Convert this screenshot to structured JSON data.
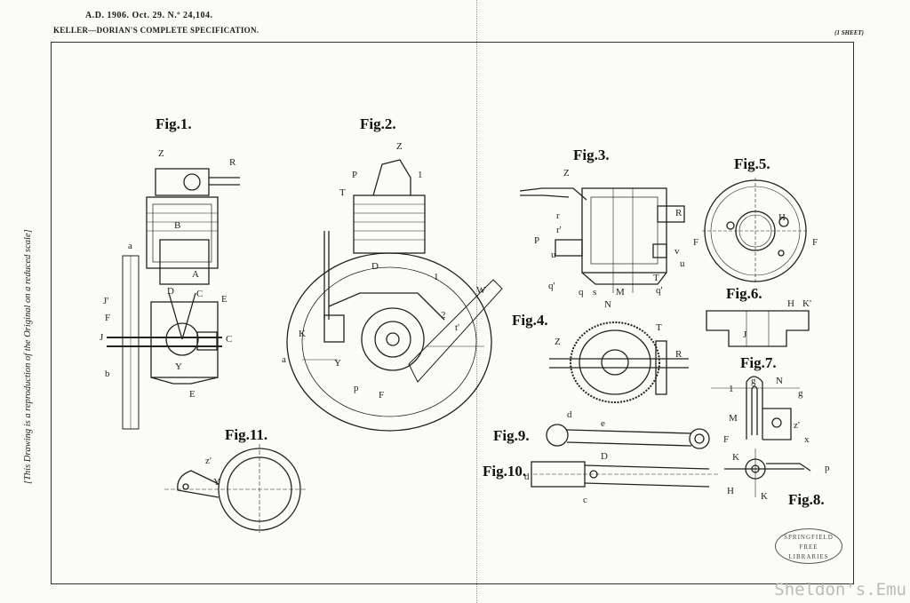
{
  "header": {
    "line1": "A.D. 1906. Oct. 29. N.º 24,104.",
    "line2": "KELLER—DORIAN'S COMPLETE SPECIFICATION.",
    "sheet": "(1 SHEET)"
  },
  "side_note": "[This Drawing is a reproduction of the Original on a reduced scale]",
  "figures": {
    "fig1": "Fig.1.",
    "fig2": "Fig.2.",
    "fig3": "Fig.3.",
    "fig4": "Fig.4.",
    "fig5": "Fig.5.",
    "fig6": "Fig.6.",
    "fig7": "Fig.7.",
    "fig8": "Fig.8.",
    "fig9": "Fig.9.",
    "fig10": "Fig.10.",
    "fig11": "Fig.11."
  },
  "labels": {
    "z": "Z",
    "r": "R",
    "a": "a",
    "b": "b",
    "j": "J",
    "j1": "J'",
    "f": "F",
    "e": "E",
    "c": "C",
    "d": "D",
    "y": "Y",
    "b2": "B",
    "a2": "A",
    "p": "P",
    "t": "T",
    "k": "K",
    "w": "W",
    "l": "1",
    "two": "2",
    "u": "u",
    "v": "v",
    "q": "q",
    "q1": "q'",
    "s": "s",
    "m": "M",
    "n": "N",
    "r1": "r'",
    "r2": "r",
    "h": "H",
    "k1": "K'",
    "g": "g",
    "x": "x",
    "z1": "z'",
    "e2": "e",
    "d2": "d",
    "c2": "c",
    "pl": "p",
    "t1": "t'"
  },
  "stamp": {
    "line1": "SPRINGFIELD",
    "line2": "FREE",
    "line3": "LIBRARIES"
  },
  "watermark": "Sheldon's.Emu"
}
